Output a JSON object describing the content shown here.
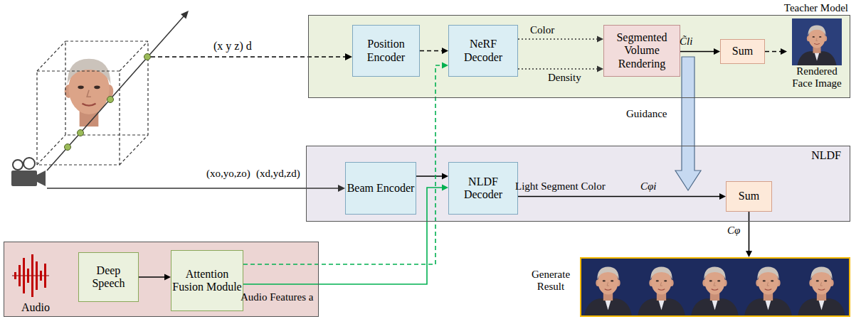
{
  "diagram": {
    "nodes": [
      {
        "text": [
          "Teacher Model"
        ]
      },
      {
        "text": [
          "Position Encoder"
        ],
        "in": 0
      },
      {
        "text": [
          "NeRF Decoder"
        ],
        "in": 0
      },
      {
        "text": [
          "Segmented Volume Rendering"
        ],
        "in": 0
      },
      {
        "text": [
          "Sum"
        ],
        "in": 0
      },
      {
        "text": [
          "Rendered Face Image"
        ],
        "in": 0
      },
      {
        "text": [
          "NLDF"
        ]
      },
      {
        "text": [
          "Beam Encoder"
        ],
        "in": 6
      },
      {
        "text": [
          "NLDF Decoder"
        ],
        "in": 6
      },
      {
        "text": [
          "Sum"
        ],
        "in": 6
      },
      {
        "text": [
          "Audio"
        ]
      },
      {
        "text": [
          "Deep Speech"
        ],
        "in": 10
      },
      {
        "text": [
          "Attention Fusion Module"
        ],
        "in": 10
      },
      {
        "text": [
          "Generate Result"
        ]
      }
    ],
    "edges": [
      {
        "from": 1,
        "to": 2,
        "arrow": "to"
      },
      {
        "from": 2,
        "to": 3,
        "label": "Color",
        "arrow": "to"
      },
      {
        "from": 2,
        "to": 3,
        "label": "Density",
        "arrow": "to"
      },
      {
        "from": 3,
        "to": 4,
        "label": "C̃li",
        "arrow": "to"
      },
      {
        "from": 4,
        "to": 5,
        "arrow": "to"
      },
      {
        "from": 7,
        "to": 8,
        "arrow": "to"
      },
      {
        "from": 8,
        "to": 9,
        "label": "Light Segment Color",
        "arrow": "to"
      },
      {
        "from": 9,
        "to": 13,
        "label": "Cφ",
        "arrow": "to"
      },
      {
        "from": 11,
        "to": 12,
        "arrow": "to"
      },
      {
        "from": 12,
        "to": 2,
        "arrow": "to"
      },
      {
        "from": 12,
        "to": 8,
        "label": "Audio Features a",
        "arrow": "to"
      }
    ],
    "labels": [
      "(x y z) d",
      "Guidance",
      "(xo,yo,zo)",
      "(xd,yd,zd)",
      "Cφi"
    ]
  }
}
